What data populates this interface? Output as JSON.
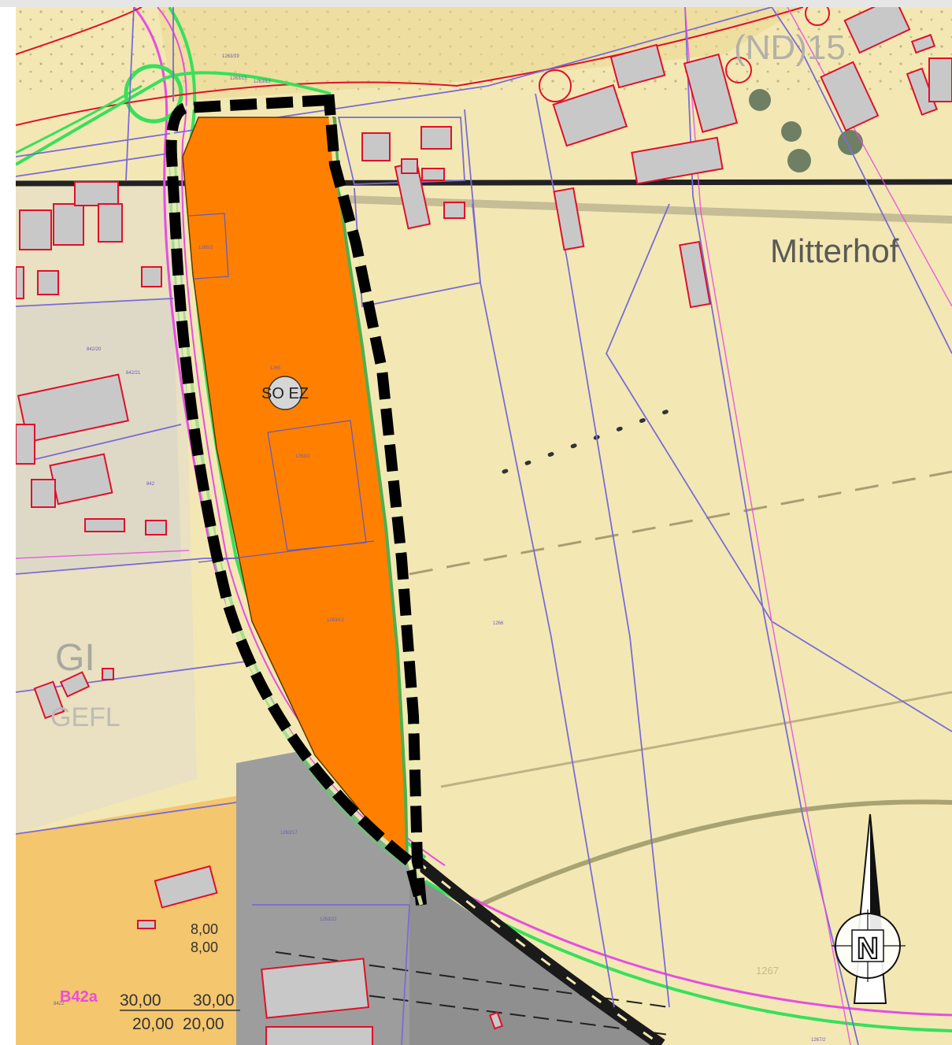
{
  "map": {
    "place_name": "Mitterhof",
    "zone_label": "SO EZ",
    "nd_label": "(ND)15",
    "gi_label": "GI",
    "gefl_label": "GEFL",
    "b_label": "B42a",
    "north_label": "N",
    "dimensions": {
      "d1": "8,00",
      "d2": "8,00",
      "d3": "30,00",
      "d4": "30,00",
      "d5": "20,00",
      "d6": "20,00"
    },
    "parcels": {
      "p1": "1263/19",
      "p2": "1263/15",
      "p3": "1263/13",
      "p4": "1265",
      "p5": "1263/2",
      "p6": "1263/12",
      "p7": "1266",
      "p8": "842/20",
      "p9": "842/21",
      "p10": "842",
      "p11": "1263/17",
      "p12": "1263/22",
      "p13": "1267",
      "p14": "1267/2",
      "p15": "8422",
      "p16": "1265/2"
    },
    "colors": {
      "zone_fill": "#ff8000",
      "boundary": "#000000",
      "parcel_line": "#7a6bd6",
      "building_outline": "#e0102a",
      "building_fill": "#c8c8c8",
      "green_buffer": "#37e05a",
      "magenta_line": "#e84de0",
      "background_field": "#f3e8b0",
      "parking_area": "#9a9a9a"
    },
    "icons": [
      "north-arrow-icon",
      "zone-marker-icon"
    ]
  }
}
